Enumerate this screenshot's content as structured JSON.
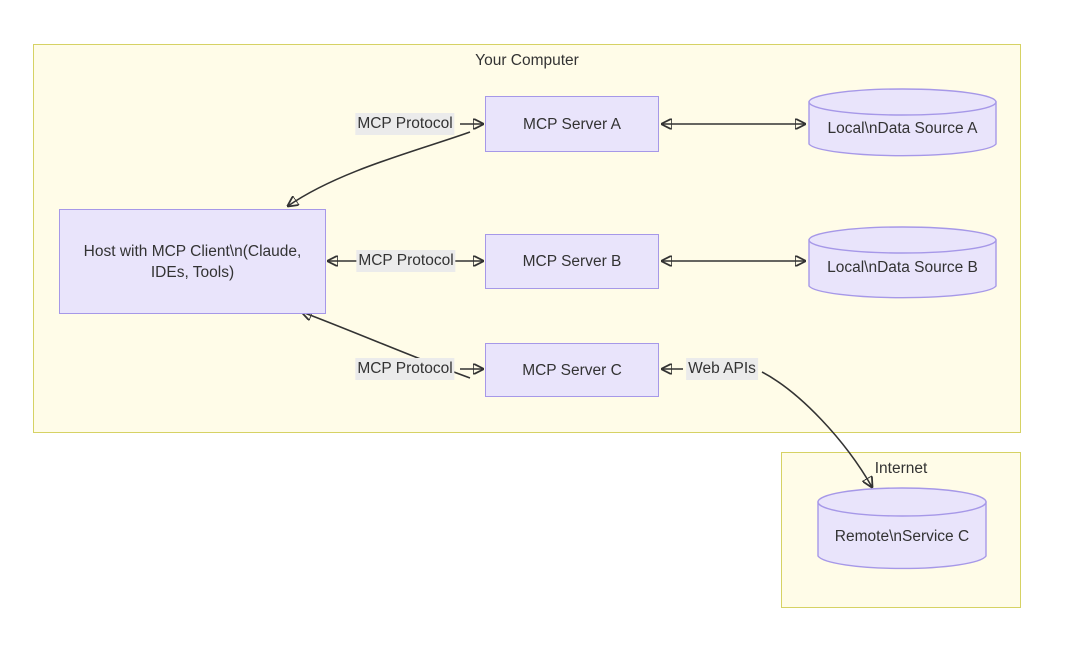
{
  "diagram": {
    "type": "flowchart",
    "containers": [
      {
        "id": "your-computer",
        "title": "Your Computer"
      },
      {
        "id": "internet",
        "title": "Internet"
      }
    ],
    "nodes": [
      {
        "id": "host",
        "label": "Host with MCP Client\\n(Claude, IDEs, Tools)",
        "shape": "rect"
      },
      {
        "id": "server-a",
        "label": "MCP Server A",
        "shape": "rect"
      },
      {
        "id": "server-b",
        "label": "MCP Server B",
        "shape": "rect"
      },
      {
        "id": "server-c",
        "label": "MCP Server C",
        "shape": "rect"
      },
      {
        "id": "source-a",
        "label": "Local\\nData Source A",
        "shape": "cylinder"
      },
      {
        "id": "source-b",
        "label": "Local\\nData Source B",
        "shape": "cylinder"
      },
      {
        "id": "remote-c",
        "label": "Remote\\nService C",
        "shape": "cylinder"
      }
    ],
    "edges": [
      {
        "from": "host",
        "to": "server-a",
        "label": "MCP Protocol",
        "arrows": "both"
      },
      {
        "from": "host",
        "to": "server-b",
        "label": "MCP Protocol",
        "arrows": "both"
      },
      {
        "from": "host",
        "to": "server-c",
        "label": "MCP Protocol",
        "arrows": "both"
      },
      {
        "from": "server-a",
        "to": "source-a",
        "label": "",
        "arrows": "both"
      },
      {
        "from": "server-b",
        "to": "source-b",
        "label": "",
        "arrows": "both"
      },
      {
        "from": "server-c",
        "to": "remote-c",
        "label": "Web APIs",
        "arrows": "both"
      }
    ],
    "colors": {
      "container_fill": "#fffce8",
      "container_stroke": "#d6d264",
      "node_fill": "#e9e4fb",
      "node_stroke": "#a698e8",
      "edge_stroke": "#333333",
      "label_bg": "#ebebeb",
      "text": "#333333",
      "page_bg": "#ffffff"
    }
  }
}
